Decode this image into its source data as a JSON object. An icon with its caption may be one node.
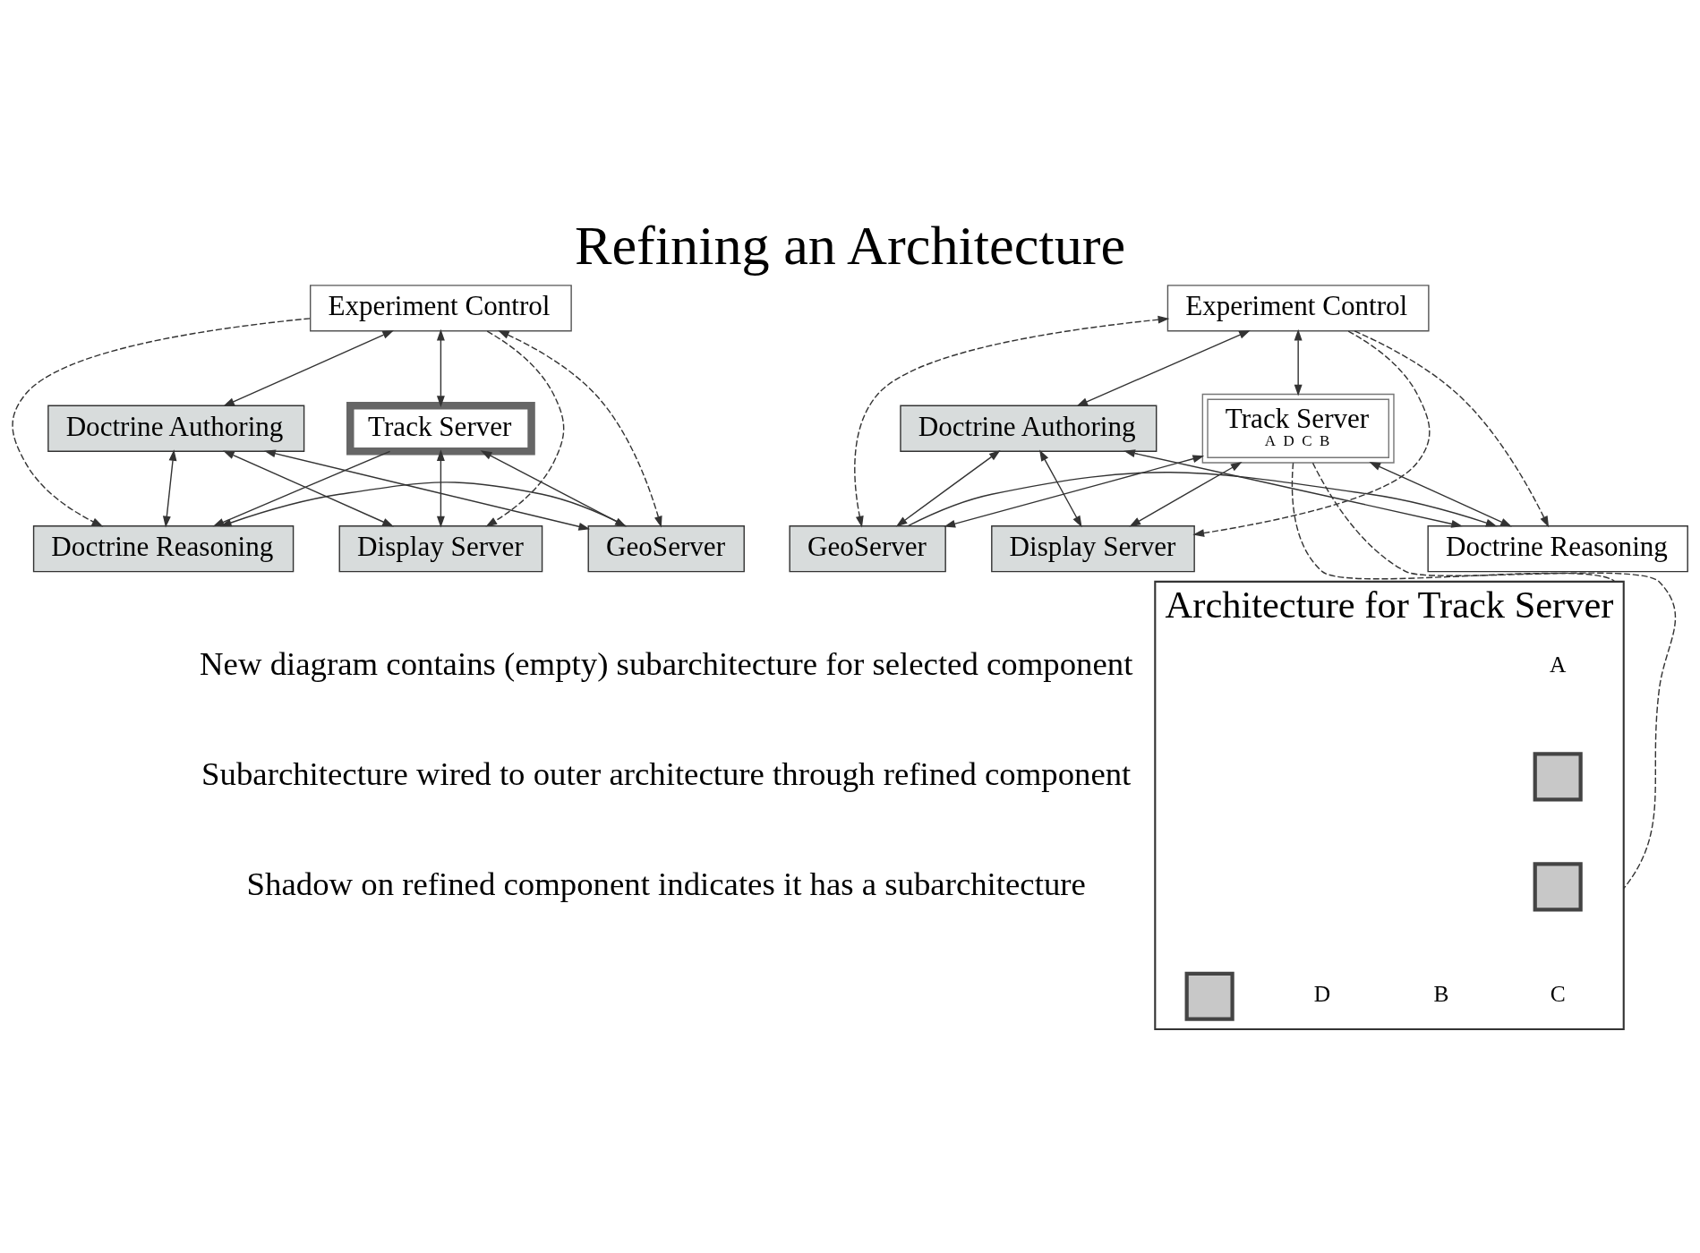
{
  "diagram": {
    "title": "Refining an Architecture",
    "nodes": [
      {
        "text": [
          "Experiment Control"
        ]
      },
      {
        "text": [
          "Doctrine Authoring"
        ]
      },
      {
        "text": [
          "Track Server"
        ]
      },
      {
        "text": [
          "Display Server"
        ]
      },
      {
        "text": [
          "GeoServer"
        ]
      },
      {
        "text": [
          "Doctrine Reasoning"
        ]
      },
      {
        "text": [
          "Experiment Control"
        ]
      },
      {
        "text": [
          "Doctrine Authoring"
        ]
      },
      {
        "text": [
          "Track Server",
          "A",
          "D",
          "C",
          "B"
        ]
      },
      {
        "text": [
          "Display Server"
        ]
      },
      {
        "text": [
          "GeoServer"
        ]
      },
      {
        "text": [
          "Doctrine Reasoning"
        ]
      },
      {
        "text": [
          "Architecture for Track Server"
        ]
      },
      {
        "text": [],
        "shape": "box",
        "in": 12
      },
      {
        "text": [],
        "shape": "box",
        "in": 12
      },
      {
        "text": [],
        "shape": "box",
        "in": 12
      }
    ],
    "edges": [
      {
        "from": 0,
        "to": 1,
        "arrow": "both"
      },
      {
        "from": 0,
        "to": 2,
        "arrow": "both"
      },
      {
        "from": 1,
        "to": 4,
        "arrow": "both"
      },
      {
        "from": 1,
        "to": 3,
        "arrow": "both"
      },
      {
        "from": 1,
        "to": 5,
        "arrow": "both"
      },
      {
        "from": 2,
        "to": 4,
        "arrow": "both"
      },
      {
        "from": 2,
        "to": 3,
        "arrow": "both"
      },
      {
        "from": 2,
        "to": 5,
        "arrow": "to"
      },
      {
        "from": 4,
        "to": 5,
        "arrow": "to"
      },
      {
        "from": 0,
        "to": 4,
        "arrow": "both",
        "style": "dashed"
      },
      {
        "from": 0,
        "to": 3,
        "arrow": "to",
        "style": "dashed"
      },
      {
        "from": 0,
        "to": 5,
        "arrow": "to",
        "style": "dashed"
      },
      {
        "from": 6,
        "to": 7,
        "arrow": "both"
      },
      {
        "from": 6,
        "to": 8,
        "arrow": "both"
      },
      {
        "from": 7,
        "to": 10,
        "arrow": "both"
      },
      {
        "from": 7,
        "to": 9,
        "arrow": "both"
      },
      {
        "from": 7,
        "to": 11,
        "arrow": "both"
      },
      {
        "from": 10,
        "to": 8,
        "arrow": "both"
      },
      {
        "from": 9,
        "to": 8,
        "arrow": "both"
      },
      {
        "from": 11,
        "to": 8,
        "arrow": "both"
      },
      {
        "from": 10,
        "to": 11,
        "arrow": "to"
      },
      {
        "from": 6,
        "to": 10,
        "arrow": "both",
        "style": "dashed"
      },
      {
        "from": 6,
        "to": 9,
        "arrow": "to",
        "style": "dashed"
      },
      {
        "from": 6,
        "to": 11,
        "arrow": "to",
        "style": "dashed"
      },
      {
        "from": 8,
        "to": 13,
        "arrow": "none",
        "style": "dashed"
      },
      {
        "from": 8,
        "to": 15,
        "arrow": "none",
        "style": "dashed"
      }
    ],
    "labels": [
      "New diagram contains (empty) subarchitecture for selected component",
      "Subarchitecture wired to outer architecture through refined component",
      "Shadow on refined component indicates it has a subarchitecture",
      "A",
      "B",
      "C",
      "D"
    ]
  }
}
